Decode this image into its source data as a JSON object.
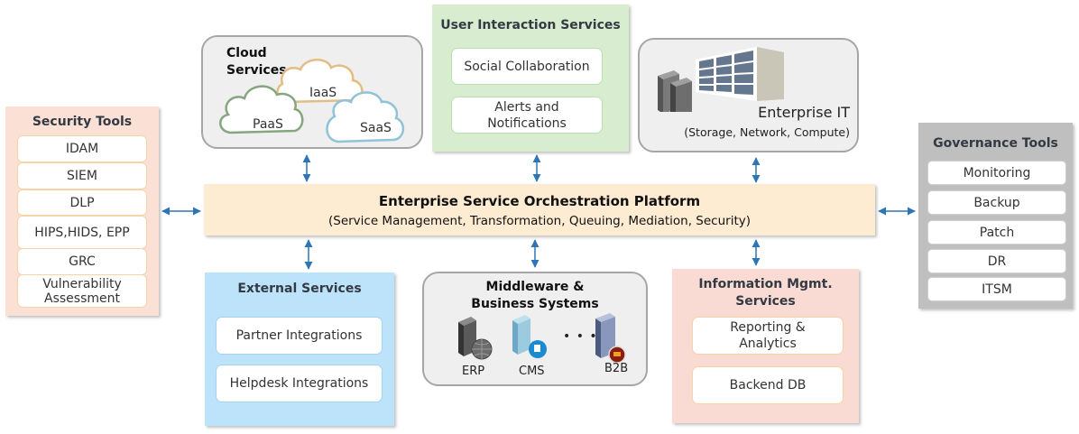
{
  "security_tools": {
    "title": "Security Tools",
    "items": [
      "IDAM",
      "SIEM",
      "DLP",
      "HIPS,HIDS, EPP",
      "GRC",
      "Vulnerability Assessment"
    ]
  },
  "cloud_services": {
    "title": "Cloud Services",
    "clouds": [
      "PaaS",
      "IaaS",
      "SaaS"
    ]
  },
  "user_interaction": {
    "title": "User Interaction Services",
    "items": [
      "Social Collaboration",
      "Alerts and Notifications"
    ]
  },
  "enterprise_it": {
    "title": "Enterprise IT",
    "subtitle": "(Storage,  Network,  Compute)"
  },
  "governance_tools": {
    "title": "Governance Tools",
    "items": [
      "Monitoring",
      "Backup",
      "Patch",
      "DR",
      "ITSM"
    ]
  },
  "orchestration": {
    "title": "Enterprise Service Orchestration Platform",
    "subtitle": "(Service Management, Transformation, Queuing, Mediation, Security)"
  },
  "external_services": {
    "title": "External Services",
    "items": [
      "Partner Integrations",
      "Helpdesk Integrations"
    ]
  },
  "middleware": {
    "title": "Middleware & Business Systems",
    "systems": [
      "ERP",
      "CMS",
      "B2B"
    ],
    "ellipsis": "• • •"
  },
  "info_mgmt": {
    "title": "Information Mgmt. Services",
    "items": [
      "Reporting & Analytics",
      "Backend DB"
    ]
  },
  "colors": {
    "arrow": "#2e75b6",
    "security_bg": "#fbe0d6",
    "user_interaction_bg": "#d8ecd0",
    "governance_bg": "#bfbfbf",
    "orchestration_bg": "#fdebd2",
    "external_bg": "#bde3fa",
    "info_mgmt_bg": "#fadbd3",
    "rounded_panel_bg": "#efefef"
  }
}
